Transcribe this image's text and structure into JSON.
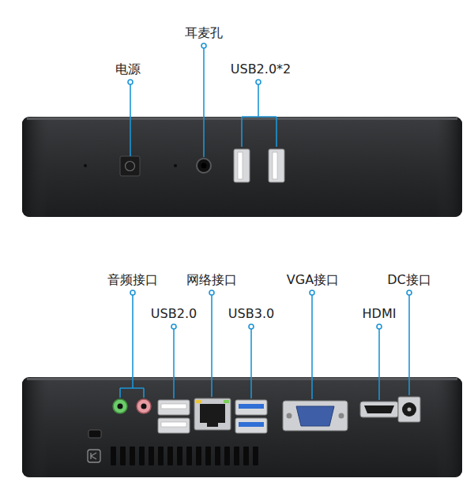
{
  "diagram": {
    "labels": [
      "电源",
      "耳麦孔",
      "USB2.0*2",
      "音频接口",
      "USB2.0",
      "网络接口",
      "USB3.0",
      "VGA接口",
      "HDMI",
      "DC接口"
    ]
  }
}
